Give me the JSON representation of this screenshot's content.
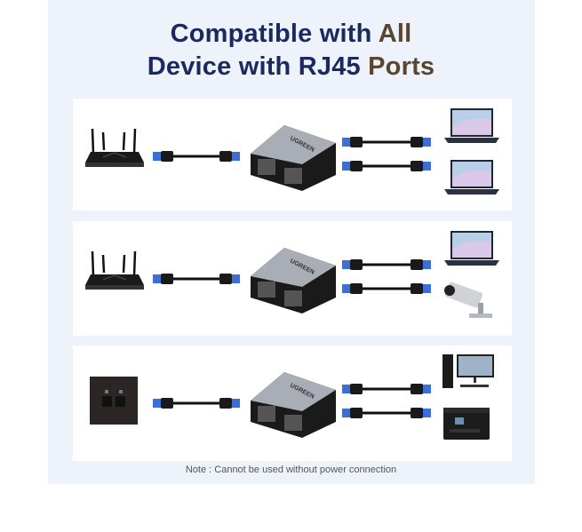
{
  "title": {
    "line1_a": "Compatible with ",
    "line1_b": "All",
    "line2_a": "Device with RJ45 ",
    "line2_b": "Ports"
  },
  "brand": "UGREEN",
  "rows": [
    {
      "source": "router-icon",
      "outputs": [
        "laptop-icon",
        "laptop-icon"
      ]
    },
    {
      "source": "router-icon",
      "outputs": [
        "laptop-icon",
        "security-camera-icon"
      ]
    },
    {
      "source": "wall-socket-icon",
      "outputs": [
        "desktop-computer-icon",
        "printer-icon"
      ]
    }
  ],
  "note": "Note : Cannot be used without power connection",
  "colors": {
    "title_blue": "#1b2a5e",
    "title_brown": "#5a4530",
    "connector_blue": "#3b6fd8"
  }
}
